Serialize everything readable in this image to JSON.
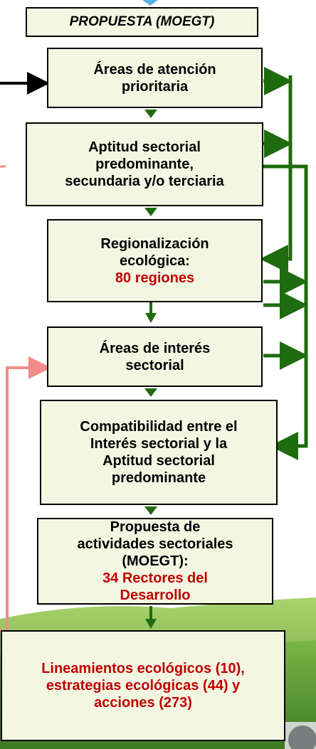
{
  "boxes": {
    "proposal": {
      "title": "PROPUESTA (MOEGT)"
    },
    "priority_areas": {
      "line1": "Áreas de atención",
      "line2": "prioritaria"
    },
    "sector_aptitude": {
      "line1": "Aptitud sectorial",
      "line2": "predominante,",
      "line3": "secundaria y/o terciaria"
    },
    "regionalization": {
      "line1": "Regionalización",
      "line2": "ecológica:",
      "highlight": "80 regiones"
    },
    "interest_areas": {
      "line1": "Áreas de interés",
      "line2": "sectorial"
    },
    "compatibility": {
      "line1": "Compatibilidad entre el",
      "line2": "Interés sectorial y la",
      "line3": "Aptitud sectorial",
      "line4": "predominante"
    },
    "activities_proposal": {
      "line1": "Propuesta de",
      "line2": "actividades sectoriales",
      "line3": "(MOEGT):",
      "highlight1": "34 Rectores del",
      "highlight2": "Desarrollo"
    },
    "guidelines": {
      "line1": "Lineamientos ecológicos (10),",
      "line2": "estrategias ecológicas (44) y",
      "line3": "acciones (273)"
    }
  },
  "colors": {
    "box_fill": "#f3f7e2",
    "highlight_text": "#c00000",
    "flow_arrow": "#1f6b0f",
    "feedback_arrow": "#f28b8b",
    "input_arrow": "#000000",
    "top_arrow": "#5ab0e0",
    "hills_light": "#8cc25a",
    "hills_dark": "#4f8a2e"
  }
}
